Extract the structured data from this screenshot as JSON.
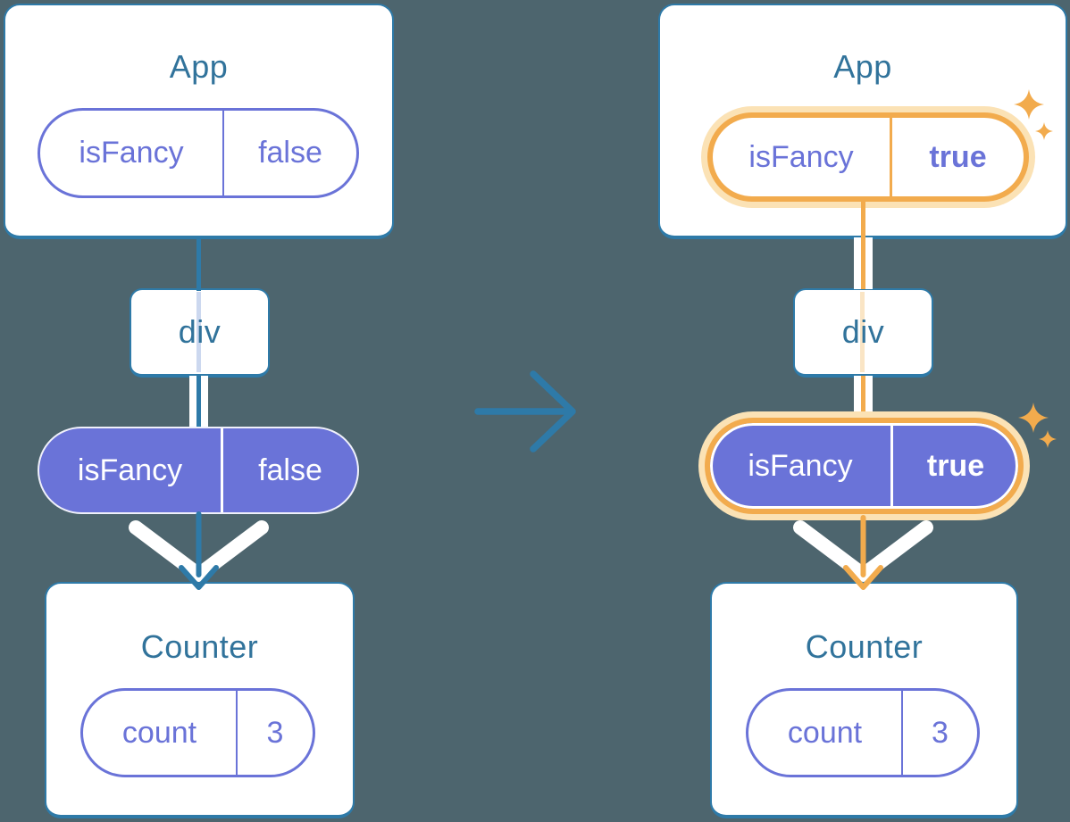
{
  "colors": {
    "background": "#4d656e",
    "teal": "#2e7aa8",
    "teal_text": "#31739b",
    "purple": "#6a73d8",
    "orange": "#f2ab4d",
    "orange_glow": "#fbe2b5",
    "orange_faint": "#fae5c5",
    "lavender_faint": "#ccd8ef",
    "white": "#ffffff"
  },
  "left_tree": {
    "app": {
      "title": "App",
      "state": {
        "name": "isFancy",
        "value": "false"
      }
    },
    "middle": {
      "title": "div"
    },
    "prop": {
      "name": "isFancy",
      "value": "false"
    },
    "counter": {
      "title": "Counter",
      "state": {
        "name": "count",
        "value": "3"
      }
    }
  },
  "right_tree": {
    "app": {
      "title": "App",
      "state": {
        "name": "isFancy",
        "value": "true"
      }
    },
    "middle": {
      "title": "div"
    },
    "prop": {
      "name": "isFancy",
      "value": "true"
    },
    "counter": {
      "title": "Counter",
      "state": {
        "name": "count",
        "value": "3"
      }
    }
  }
}
